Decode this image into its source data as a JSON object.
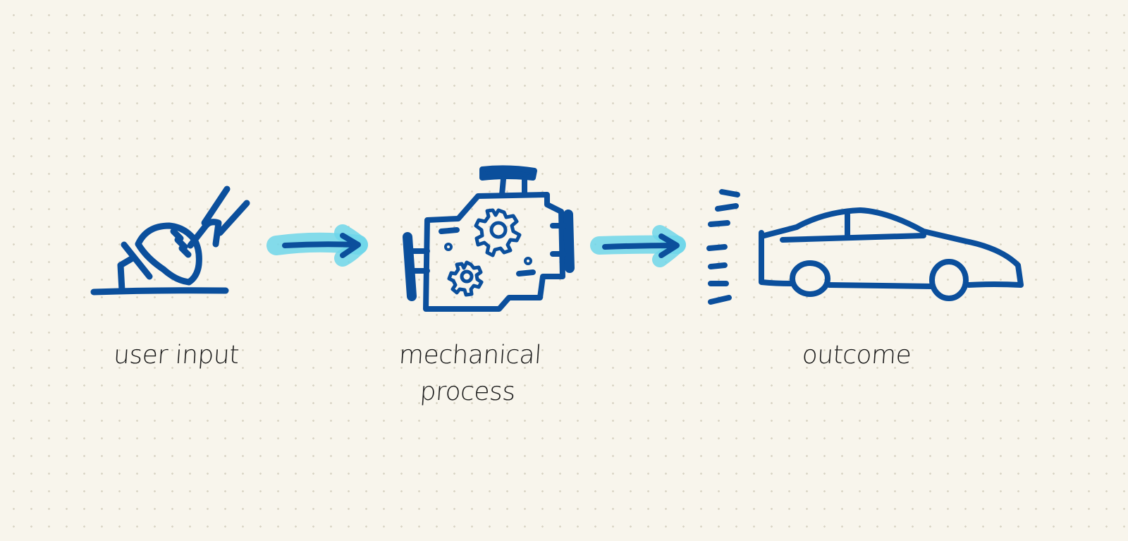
{
  "colors": {
    "background": "#f8f5ec",
    "dot_grid": "#d9d4c4",
    "ink": "#0b4f9c",
    "highlight": "#6fd6ea",
    "text": "#1a1a1a"
  },
  "nodes": [
    {
      "id": "input",
      "icon": "foot-pedal-icon",
      "label_lines": [
        "user input"
      ]
    },
    {
      "id": "process",
      "icon": "engine-gears-icon",
      "label_lines": [
        "mechanical",
        "process"
      ]
    },
    {
      "id": "outcome",
      "icon": "car-icon",
      "label_lines": [
        "outcome"
      ]
    }
  ],
  "connectors": [
    {
      "from": "input",
      "to": "process",
      "icon": "arrow-right-icon"
    },
    {
      "from": "process",
      "to": "outcome",
      "icon": "arrow-right-icon"
    }
  ]
}
